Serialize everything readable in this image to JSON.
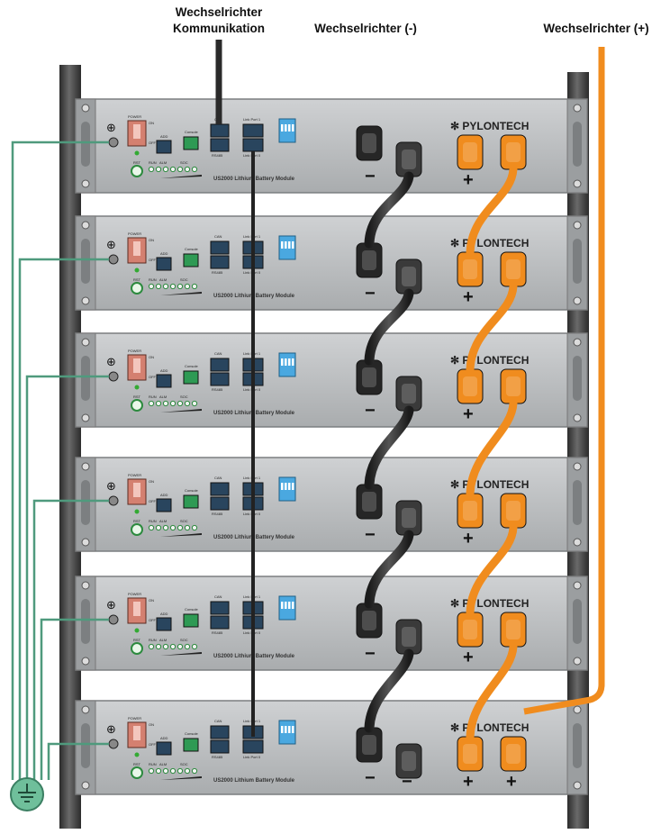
{
  "labels": {
    "comm_line1": "Wechselrichter",
    "comm_line2": "Kommunikation",
    "neg": "Wechselrichter (-)",
    "pos": "Wechselrichter (+)"
  },
  "module": {
    "brand": "PYLONTECH",
    "model": "US2000 Lithium Battery Module",
    "power": "POWER",
    "on": "ON",
    "off": "OFF",
    "add": "ADD",
    "console": "Console",
    "can": "CAN",
    "rs485": "RS485",
    "link0": "Link Port 0",
    "link1": "Link Port 1",
    "run": "RUN",
    "alm": "ALM",
    "soc": "SOC",
    "rst": "RST",
    "minus": "−",
    "plus": "+",
    "ground": "⊕"
  },
  "module_count": 6,
  "colors": {
    "orange_cable": "#f08c1e",
    "black_cable": "#2a2a2a",
    "ground_wire": "#4f9a7d",
    "module_face": "#b9bcbe",
    "rack": "#3c3c3c",
    "dip_switch": "#4aa8e0",
    "console_port": "#2e9a54"
  }
}
